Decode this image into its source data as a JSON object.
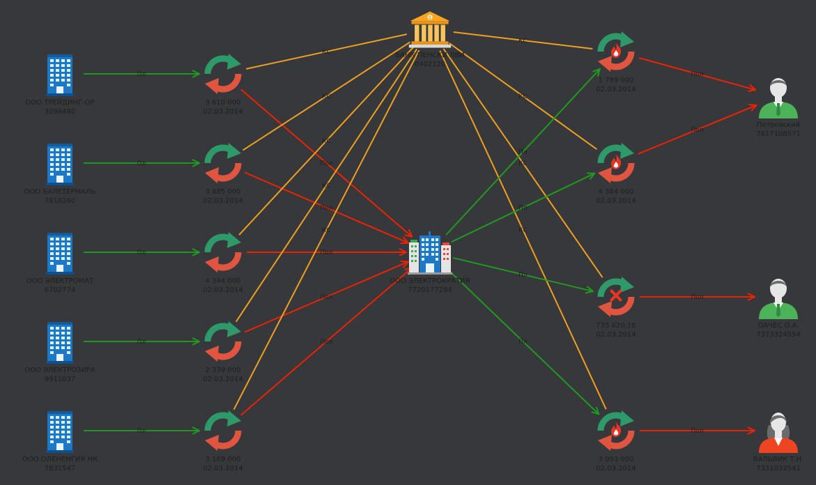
{
  "colors": {
    "background": "#37383b",
    "green": "#1f9a1f",
    "red": "#ee2200",
    "orange": "#f0a020",
    "label": "#1e1e1e",
    "cycle_green": "#2e9a6a",
    "cycle_red": "#e0553f",
    "fire": "#ee3322"
  },
  "nodes": [
    {
      "id": "c1",
      "icon": "office-building-icon",
      "line1": "ООО ТРЕЙДИНГ-ОР",
      "line2": "3298480"
    },
    {
      "id": "c2",
      "icon": "office-building-icon",
      "line1": "ООО БАЛЕТЕРМАЛЬ",
      "line2": "7818260"
    },
    {
      "id": "c3",
      "icon": "office-building-icon",
      "line1": "ООО ЭЛЕКТРОМАТ",
      "line2": "6702774"
    },
    {
      "id": "c4",
      "icon": "office-building-icon",
      "line1": "ООО ЭЛЕКТРОЗИРА",
      "line2": "9911037"
    },
    {
      "id": "c5",
      "icon": "office-building-icon",
      "line1": "ООО ОЛЕНЕНГИЯ НК",
      "line2": "7831547"
    },
    {
      "id": "t1",
      "icon": "cycle-icon",
      "line1": "3 610 000",
      "line2": "02.03.2014"
    },
    {
      "id": "t2",
      "icon": "cycle-icon",
      "line1": "3 885 000",
      "line2": "02.03.2014"
    },
    {
      "id": "t3",
      "icon": "cycle-icon",
      "line1": "4 344 000",
      "line2": "02.03.2014"
    },
    {
      "id": "t4",
      "icon": "cycle-icon",
      "line1": "2 339 000",
      "line2": "02.03.2014"
    },
    {
      "id": "t5",
      "icon": "cycle-icon",
      "line1": "3 169 000",
      "line2": "02.03.2014"
    },
    {
      "id": "bank",
      "icon": "bank-icon",
      "line1": "БАНК ПЕНСКИ ЛВИ",
      "line2": "0402120"
    },
    {
      "id": "hub",
      "icon": "city-buildings-icon",
      "line1": "ООО ЭЛЕКТРОКРАТИЯ",
      "line2": "7720177284"
    },
    {
      "id": "r1",
      "icon": "cycle-fire-icon",
      "line1": "1 789 000",
      "line2": "02.03.2014"
    },
    {
      "id": "r2",
      "icon": "cycle-fire-icon",
      "line1": "4 384 000",
      "line2": "02.03.2014"
    },
    {
      "id": "r3",
      "icon": "cycle-cross-icon",
      "line1": "735 620,18",
      "line2": "02.03.2014"
    },
    {
      "id": "r4",
      "icon": "cycle-fire-icon",
      "line1": "3 093 000",
      "line2": "02.03.2014"
    },
    {
      "id": "p1",
      "icon": "man-icon",
      "line1": "Петровский",
      "line2": "7617108571"
    },
    {
      "id": "p2",
      "icon": "man-icon",
      "line1": "ОАЧЕС О.А.",
      "line2": "7373324554"
    },
    {
      "id": "p3",
      "icon": "woman-icon",
      "line1": "ВАЛЬВИК Т.Н.",
      "line2": "7331032541"
    }
  ],
  "edges": [
    {
      "from": "c1",
      "to": "t1",
      "color": "green",
      "label": "Пл",
      "arrow": true
    },
    {
      "from": "c2",
      "to": "t2",
      "color": "green",
      "label": "Пл",
      "arrow": true
    },
    {
      "from": "c3",
      "to": "t3",
      "color": "green",
      "label": "Пл",
      "arrow": true
    },
    {
      "from": "c4",
      "to": "t4",
      "color": "green",
      "label": "Пл",
      "arrow": true
    },
    {
      "from": "c5",
      "to": "t5",
      "color": "green",
      "label": "Пл",
      "arrow": true
    },
    {
      "from": "t1",
      "to": "hub",
      "color": "red",
      "label": "Пол",
      "arrow": true
    },
    {
      "from": "t2",
      "to": "hub",
      "color": "red",
      "label": "Пол",
      "arrow": true
    },
    {
      "from": "t3",
      "to": "hub",
      "color": "red",
      "label": "Пол",
      "arrow": true
    },
    {
      "from": "t4",
      "to": "hub",
      "color": "red",
      "label": "Пол",
      "arrow": true
    },
    {
      "from": "t5",
      "to": "hub",
      "color": "red",
      "label": "Пол",
      "arrow": true
    },
    {
      "from": "t1",
      "to": "bank",
      "color": "orange",
      "label": "КС",
      "arrow": false
    },
    {
      "from": "t2",
      "to": "bank",
      "color": "orange",
      "label": "КС",
      "arrow": false
    },
    {
      "from": "t3",
      "to": "bank",
      "color": "orange",
      "label": "КС",
      "arrow": false
    },
    {
      "from": "t4",
      "to": "bank",
      "color": "orange",
      "label": "КС",
      "arrow": false
    },
    {
      "from": "t5",
      "to": "bank",
      "color": "orange",
      "label": "КС",
      "arrow": false
    },
    {
      "from": "bank",
      "to": "r1",
      "color": "orange",
      "label": "КС",
      "arrow": false
    },
    {
      "from": "bank",
      "to": "r2",
      "color": "orange",
      "label": "КС",
      "arrow": false
    },
    {
      "from": "bank",
      "to": "r3",
      "color": "orange",
      "label": "КС",
      "arrow": false
    },
    {
      "from": "bank",
      "to": "r4",
      "color": "orange",
      "label": "КС",
      "arrow": false
    },
    {
      "from": "hub",
      "to": "r1",
      "color": "green",
      "label": "Пл",
      "arrow": true
    },
    {
      "from": "hub",
      "to": "r2",
      "color": "green",
      "label": "Пл",
      "arrow": true
    },
    {
      "from": "hub",
      "to": "r3",
      "color": "green",
      "label": "Пл",
      "arrow": true
    },
    {
      "from": "hub",
      "to": "r4",
      "color": "green",
      "label": "Пл",
      "arrow": true
    },
    {
      "from": "r1",
      "to": "p1",
      "color": "red",
      "label": "Пол",
      "arrow": true
    },
    {
      "from": "r2",
      "to": "p1",
      "color": "red",
      "label": "Пол",
      "arrow": true
    },
    {
      "from": "r3",
      "to": "p2",
      "color": "red",
      "label": "Пол",
      "arrow": true
    },
    {
      "from": "r4",
      "to": "p3",
      "color": "red",
      "label": "Пол",
      "arrow": true
    }
  ]
}
